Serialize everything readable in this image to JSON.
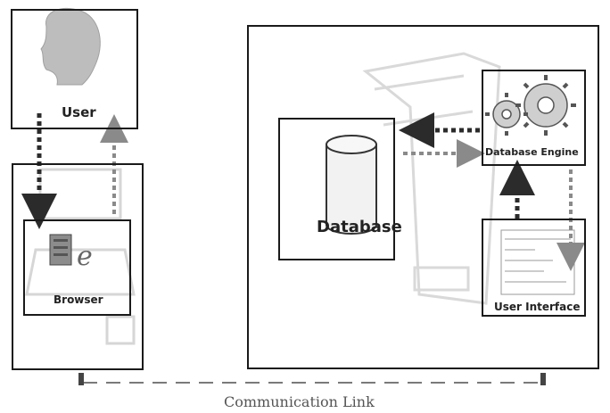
{
  "labels": {
    "user": "User",
    "browser": "Browser",
    "database": "Database",
    "database_engine": "Database Engine",
    "user_interface": "User Interface",
    "communication_link": "Communication Link"
  },
  "colors": {
    "arrow_dark": "#2b2b2b",
    "arrow_light": "#8a8a8a",
    "box_border": "#1a1a1a",
    "background_figure": "#e6e6e6"
  }
}
